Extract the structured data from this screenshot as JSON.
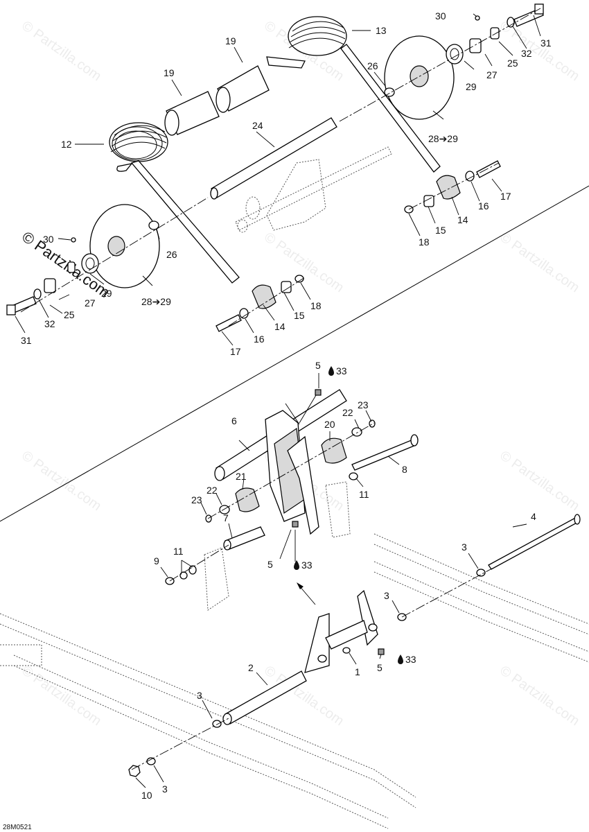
{
  "diagram_code": "28M0521",
  "watermark": {
    "text": "© Partzilla.com"
  },
  "callouts": {
    "c1": "1",
    "c2": "2",
    "c3a": "3",
    "c3b": "3",
    "c3c": "3",
    "c3d": "3",
    "c4": "4",
    "c5a": "5",
    "c5b": "5",
    "c5c": "5",
    "c6": "6",
    "c7": "7",
    "c8": "8",
    "c9": "9",
    "c10": "10",
    "c11a": "11",
    "c11b": "11",
    "c12": "12",
    "c13": "13",
    "c14a": "14",
    "c14b": "14",
    "c15a": "15",
    "c15b": "15",
    "c16a": "16",
    "c16b": "16",
    "c17a": "17",
    "c17b": "17",
    "c18a": "18",
    "c18b": "18",
    "c19a": "19",
    "c19b": "19",
    "c20": "20",
    "c21": "21",
    "c22a": "22",
    "c22b": "22",
    "c23a": "23",
    "c23b": "23",
    "c24": "24",
    "c25a": "25",
    "c25b": "25",
    "c26a": "26",
    "c26b": "26",
    "c27a": "27",
    "c27b": "27",
    "c2829a": "28➔29",
    "c2829b": "28➔29",
    "c29a": "29",
    "c29b": "29",
    "c30a": "30",
    "c30b": "30",
    "c31a": "31",
    "c31b": "31",
    "c32a": "32",
    "c32b": "32",
    "c33a": "33",
    "c33b": "33",
    "c33c": "33"
  },
  "icons": {
    "lubricant": "oil-drop-icon"
  }
}
